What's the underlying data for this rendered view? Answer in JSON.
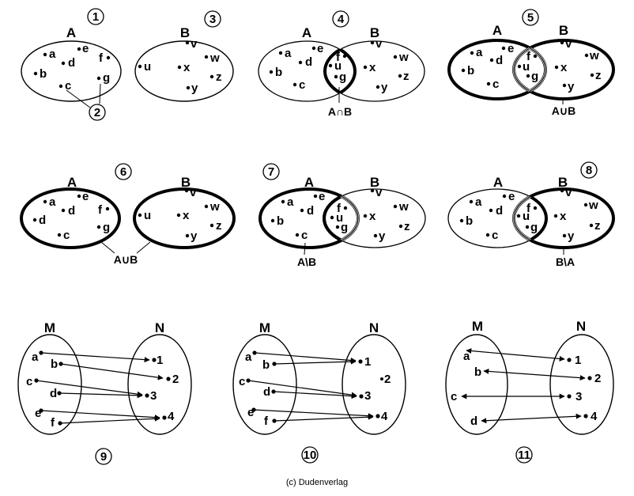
{
  "copyright": "(c) Dudenverlag",
  "set_names": {
    "a": "A",
    "b": "B",
    "m": "M",
    "n": "N"
  },
  "captions": {
    "intersection": "A∩B",
    "union": "A∪B",
    "a_minus_b": "A\\B",
    "b_minus_a": "B\\A"
  },
  "panel_numbers": [
    "1",
    "2",
    "3",
    "4",
    "5",
    "6",
    "7",
    "8",
    "9",
    "10",
    "11"
  ],
  "elements": {
    "a": "a",
    "b": "b",
    "c": "c",
    "d": "d",
    "e": "e",
    "f": "f",
    "g": "g",
    "u": "u",
    "v": "v",
    "w": "w",
    "x": "x",
    "y": "y",
    "z": "z",
    "one": "1",
    "two": "2",
    "three": "3",
    "four": "4"
  }
}
